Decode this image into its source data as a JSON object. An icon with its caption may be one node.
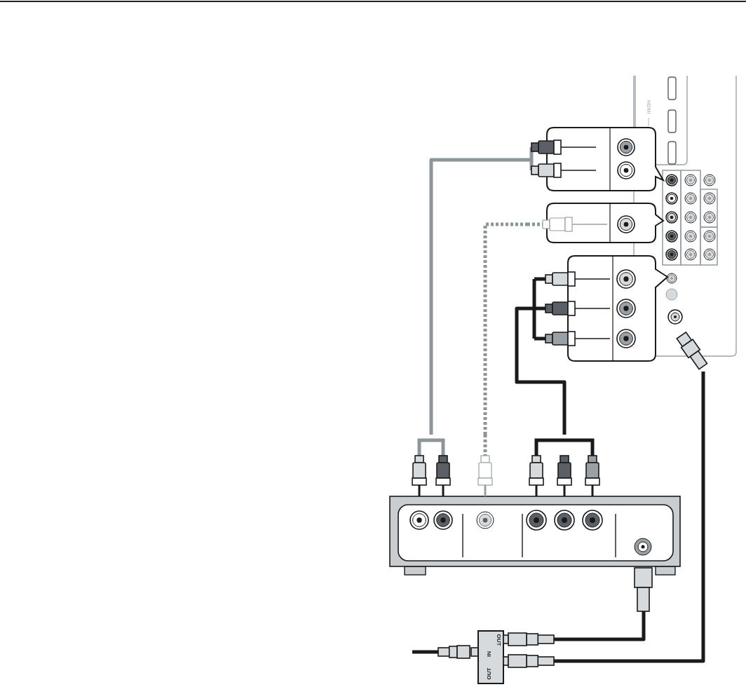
{
  "diagram": {
    "nodes": [
      {
        "text": [],
        "shape": "box"
      },
      {
        "text": [],
        "shape": "box"
      },
      {
        "text": [],
        "shape": "box"
      },
      {
        "text": [],
        "shape": "box"
      },
      {
        "text": [],
        "shape": "box"
      },
      {
        "text": [
          "IN",
          "OUT",
          "OUT"
        ]
      }
    ],
    "edges": [
      {
        "from": 4,
        "to": 1,
        "arrow": "none",
        "color": "#8c959b"
      },
      {
        "from": 4,
        "to": 2,
        "arrow": "none",
        "style": "dashed",
        "color": "#8c959b"
      },
      {
        "from": 4,
        "to": 3,
        "arrow": "none"
      },
      {
        "from": 5,
        "to": 4,
        "arrow": "none"
      },
      {
        "from": 5,
        "to": 0,
        "arrow": "none"
      },
      {
        "from": null,
        "to": 5,
        "arrow": "none"
      }
    ],
    "labels": [
      "HDMI"
    ]
  }
}
